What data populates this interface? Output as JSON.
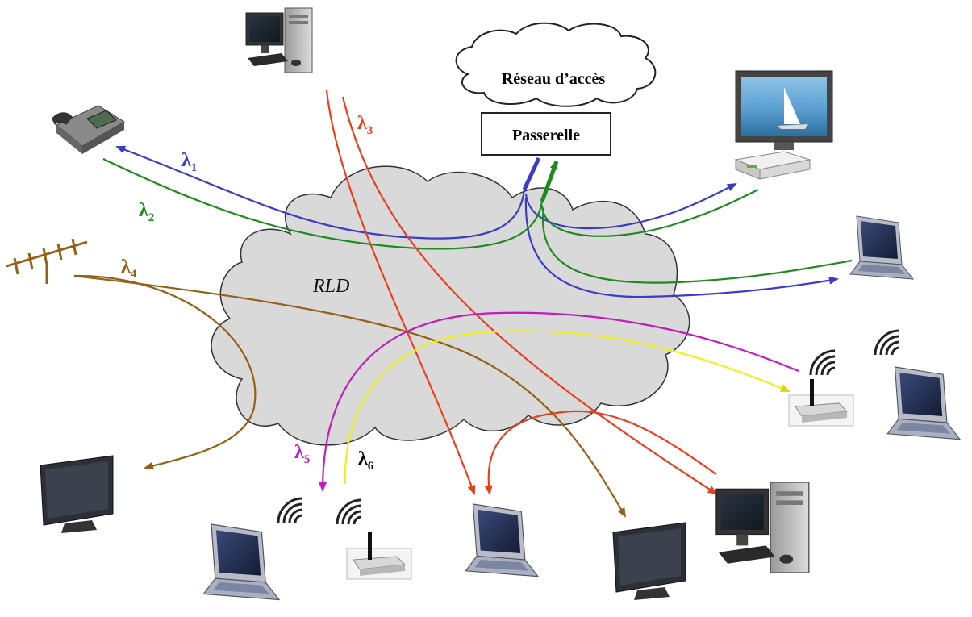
{
  "diagram": {
    "network_label": "RLD",
    "access_network_label": "Réseau d’accès",
    "gateway_label": "Passerelle",
    "wavelengths": [
      {
        "symbol": "λ",
        "index": "1",
        "color": "#3b3bc4"
      },
      {
        "symbol": "λ",
        "index": "2",
        "color": "#1e8a1e"
      },
      {
        "symbol": "λ",
        "index": "3",
        "color": "#e8401f"
      },
      {
        "symbol": "λ",
        "index": "4",
        "color": "#946015"
      },
      {
        "symbol": "λ",
        "index": "5",
        "color": "#c21bc2"
      },
      {
        "symbol": "λ",
        "index": "6",
        "color": "#000000"
      }
    ],
    "line_colors": {
      "lambda6_line": "#f0f020",
      "cloud_fill": "#d9d9d9",
      "cloud_stroke": "#333333"
    },
    "devices": [
      {
        "icon": "desktop-pc-icon"
      },
      {
        "icon": "ip-phone-icon"
      },
      {
        "icon": "tv-settop-icon"
      },
      {
        "icon": "antenna-icon"
      },
      {
        "icon": "laptop-icon"
      },
      {
        "icon": "wireless-access-point-icon"
      },
      {
        "icon": "flat-tv-icon"
      }
    ]
  }
}
